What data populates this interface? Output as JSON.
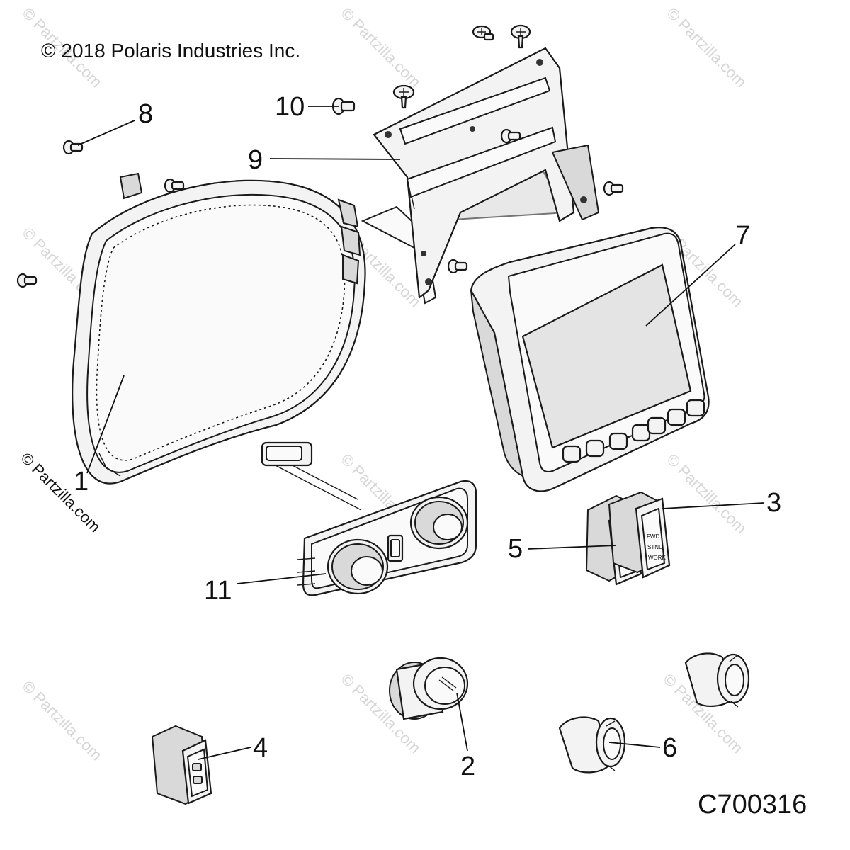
{
  "copyright": "© 2018 Polaris Industries Inc.",
  "diagram_code": "C700316",
  "watermark": "© Partzilla.com",
  "callouts": [
    {
      "id": "1",
      "label": "1"
    },
    {
      "id": "2",
      "label": "2"
    },
    {
      "id": "3",
      "label": "3"
    },
    {
      "id": "4",
      "label": "4"
    },
    {
      "id": "5",
      "label": "5"
    },
    {
      "id": "6",
      "label": "6"
    },
    {
      "id": "7",
      "label": "7"
    },
    {
      "id": "8",
      "label": "8"
    },
    {
      "id": "9",
      "label": "9"
    },
    {
      "id": "10",
      "label": "10"
    },
    {
      "id": "11",
      "label": "11"
    }
  ],
  "switch_labels": [
    "FWD",
    "STND",
    "WORK"
  ],
  "icons": [
    "screw-icon",
    "bolt-icon",
    "rocker-switch-icon",
    "power-outlet-icon"
  ]
}
